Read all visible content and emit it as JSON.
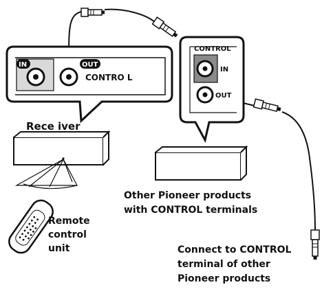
{
  "labels": {
    "in": "IN",
    "out": "OUT",
    "control": "CONTROL",
    "receiver_in": "IN",
    "receiver_out": "OUT",
    "receiver_control": "CONTRO L",
    "receiver": "Rece iver",
    "remote_line1": "Remote",
    "remote_line2": "control",
    "remote_line3": "unit",
    "other_line1": "Other Pioneer products",
    "other_line2": "with CONTROL terminals",
    "connect_line1": "Connect to CONTROL",
    "connect_line2": "terminal of other",
    "connect_line3": "Pioneer products"
  },
  "icons": {
    "receiver_panel": "receiver-control-panel",
    "other_panel": "other-product-control-panel",
    "remote": "remote-control-icon",
    "cable": "mini-plug-cable"
  },
  "colors": {
    "stroke": "#111111",
    "panel_fill": "#ffffff",
    "jack_fill": "#6e6e6e",
    "badge_fill": "#111111"
  }
}
